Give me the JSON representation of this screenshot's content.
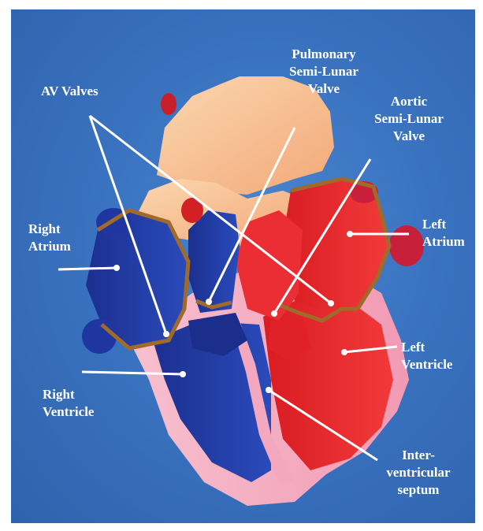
{
  "labels": {
    "av_valves": "AV Valves",
    "pulmonary": "Pulmonary\nSemi-Lunar\nValve",
    "aortic": "Aortic\nSemi-Lunar\nValve",
    "right_atrium": "Right\nAtrium",
    "left_atrium": "Left\nAtrium",
    "left_ventricle": "Left\nVentricle",
    "right_ventricle": "Right\nVentricle",
    "septum": "Inter-\nventricular\nseptum"
  },
  "colors": {
    "background": "#3a73c0",
    "right_side_blue": "#1f3fa8",
    "left_side_red": "#e8242a",
    "outer_pink": "#f4a8bf",
    "top_peach": "#f7c08f",
    "valve_outline": "#a06a2a"
  }
}
